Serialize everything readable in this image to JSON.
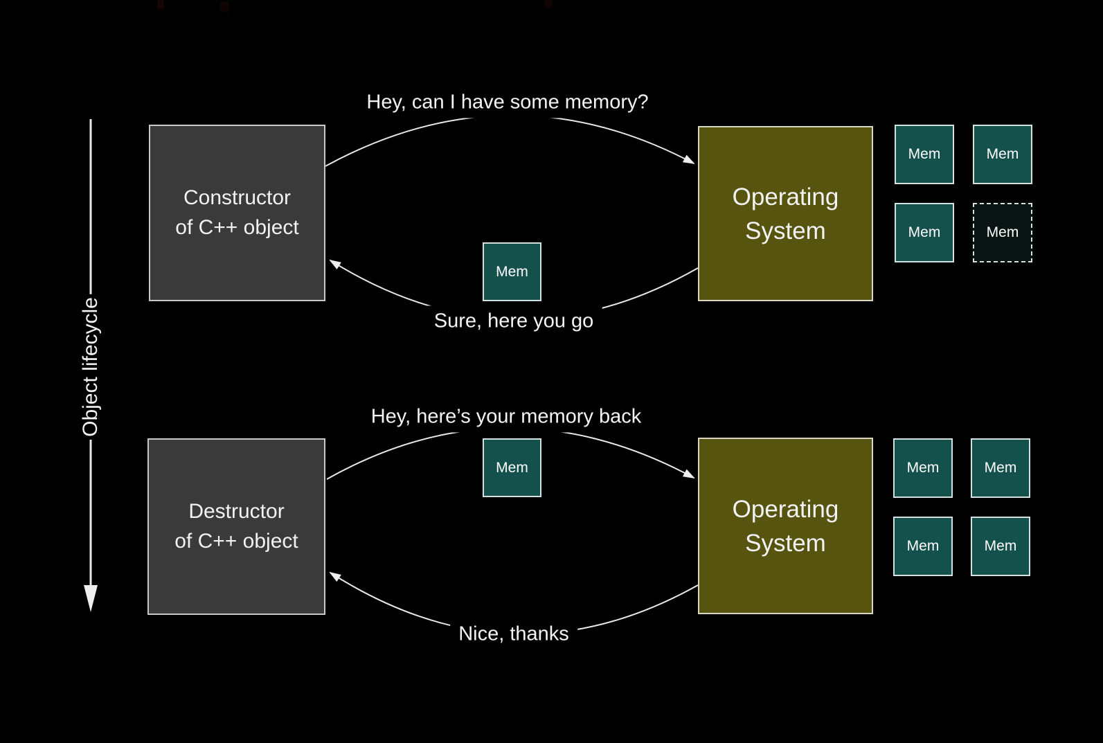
{
  "colors": {
    "background": "#000000",
    "actor_box": "#3a3a3a",
    "actor_border": "#c9c9c9",
    "os_box": "#575410",
    "os_border": "#d9d6c3",
    "mem_box": "#14504c",
    "mem_border": "#d5e0e0",
    "mem_freed_box": "#0a1413",
    "line": "#e9e9e9"
  },
  "axis": {
    "label": "Object lifecycle"
  },
  "construction": {
    "actor": {
      "line1": "Constructor",
      "line2": "of C++ object"
    },
    "os": {
      "line1": "Operating",
      "line2": "System"
    },
    "request": "Hey, can I have some memory?",
    "response": "Sure, here you go",
    "mem_in_transit": "Mem",
    "mem_grid": [
      {
        "label": "Mem",
        "state": "allocated"
      },
      {
        "label": "Mem",
        "state": "allocated"
      },
      {
        "label": "Mem",
        "state": "allocated"
      },
      {
        "label": "Mem",
        "state": "freed"
      }
    ]
  },
  "destruction": {
    "actor": {
      "line1": "Destructor",
      "line2": "of C++ object"
    },
    "os": {
      "line1": "Operating",
      "line2": "System"
    },
    "request": "Hey, here’s your memory back",
    "response": "Nice, thanks",
    "mem_in_transit": "Mem",
    "mem_grid": [
      {
        "label": "Mem",
        "state": "allocated"
      },
      {
        "label": "Mem",
        "state": "allocated"
      },
      {
        "label": "Mem",
        "state": "allocated"
      },
      {
        "label": "Mem",
        "state": "allocated"
      }
    ]
  }
}
